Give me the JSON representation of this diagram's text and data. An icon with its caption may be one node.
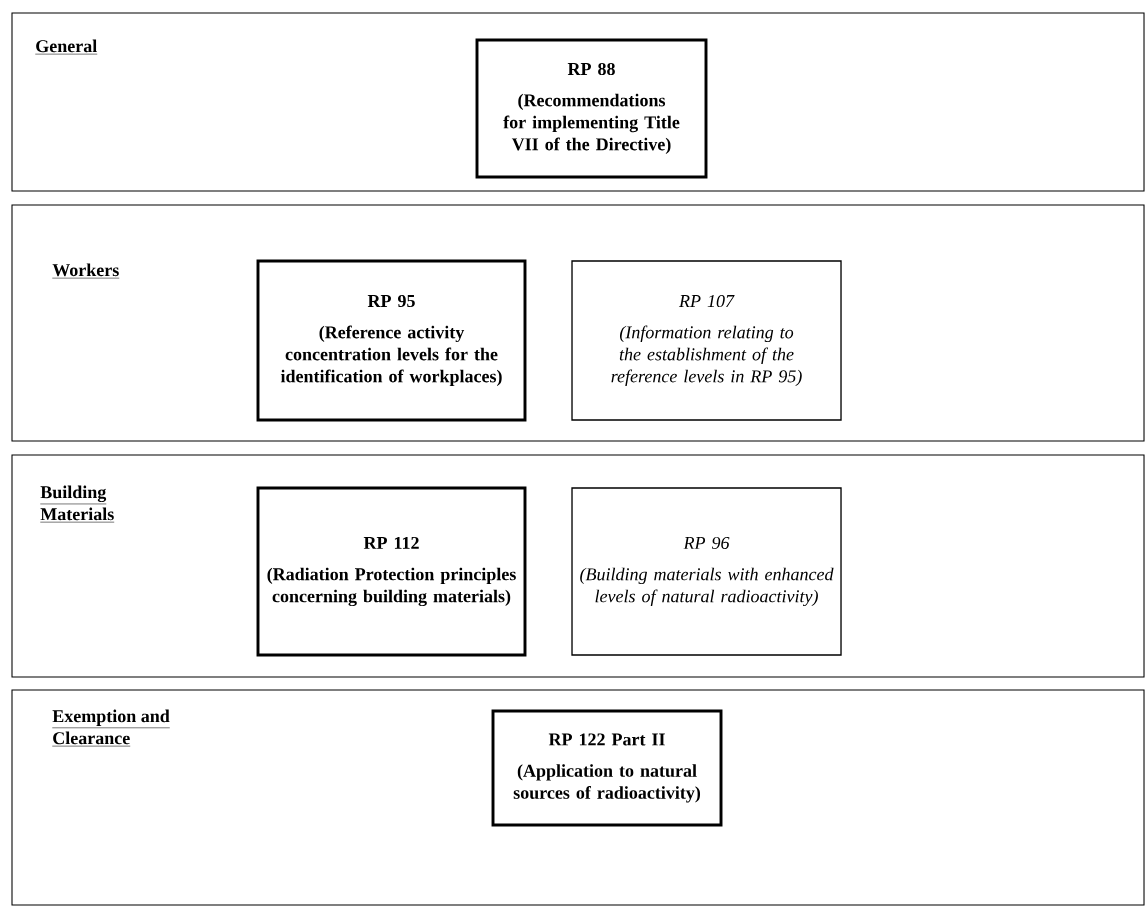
{
  "diagram": {
    "nodes": [
      {
        "text": [
          "General"
        ]
      },
      {
        "text": [
          "RP 88",
          "(Recommendations for implementing Title VII of the Directive)"
        ],
        "in": 0
      },
      {
        "text": [
          "Workers"
        ]
      },
      {
        "text": [
          "RP 95",
          "(Reference activity concentration levels for the identification of workplaces)"
        ],
        "in": 2
      },
      {
        "text": [
          "RP 107",
          "(Information relating to the establishment of the reference levels in RP 95)"
        ],
        "in": 2
      },
      {
        "text": [
          "Building Materials"
        ]
      },
      {
        "text": [
          "RP 112",
          "(Radiation Protection principles concerning building materials)"
        ],
        "in": 5
      },
      {
        "text": [
          "RP 96",
          "(Building materials with enhanced levels of natural radioactivity)"
        ],
        "in": 5
      },
      {
        "text": [
          "Exemption and Clearance"
        ]
      },
      {
        "text": [
          "RP 122 Part II",
          "(Application to natural sources of radioactivity)"
        ],
        "in": 8
      }
    ]
  }
}
